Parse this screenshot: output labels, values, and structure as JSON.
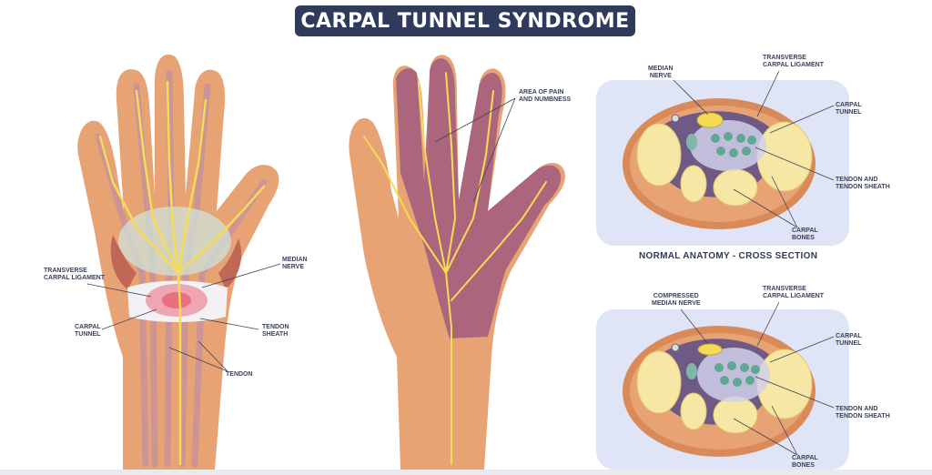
{
  "title": "CARPAL TUNNEL SYNDROME",
  "left_hand_labels": {
    "transverse_ligament": [
      "TRANSVERSE",
      "CARPAL LIGAMENT"
    ],
    "median_nerve": [
      "MEDIAN",
      "NERVE"
    ],
    "carpal_tunnel": [
      "CARPAL",
      "TUNNEL"
    ],
    "tendon_sheath": [
      "TENDON",
      "SHEATH"
    ],
    "tendon": [
      "TENDON"
    ]
  },
  "middle_hand_labels": {
    "pain_area": [
      "AREA OF PAIN",
      "AND NUMBNESS"
    ]
  },
  "top_section": {
    "caption": "NORMAL ANATOMY - CROSS SECTION",
    "median_nerve": [
      "MEDIAN",
      "NERVE"
    ],
    "transverse_ligament": [
      "TRANSVERSE",
      "CARPAL LIGAMENT"
    ],
    "carpal_tunnel": [
      "CARPAL",
      "TUNNEL"
    ],
    "tendon_sheath": [
      "TENDON AND",
      "TENDON SHEATH"
    ],
    "carpal_bones": [
      "CARPAL",
      "BONES"
    ]
  },
  "bottom_section": {
    "compressed_nerve": [
      "COMPRESSED",
      "MEDIAN NERVE"
    ],
    "transverse_ligament": [
      "TRANSVERSE",
      "CARPAL LIGAMENT"
    ],
    "carpal_tunnel": [
      "CARPAL",
      "TUNNEL"
    ],
    "tendon_sheath": [
      "TENDON AND",
      "TENDON SHEATH"
    ],
    "carpal_bones": [
      "CARPAL",
      "BONES"
    ]
  },
  "colors": {
    "skin": "#e8a374",
    "skin_dark": "#d98a58",
    "nerve": "#f5dc55",
    "pain": "#a5617f",
    "title_bg": "#2f3a5c",
    "panel_bg": "#dfe4f7",
    "bone": "#f6e7a4",
    "tunnel": "#6f5a86"
  }
}
